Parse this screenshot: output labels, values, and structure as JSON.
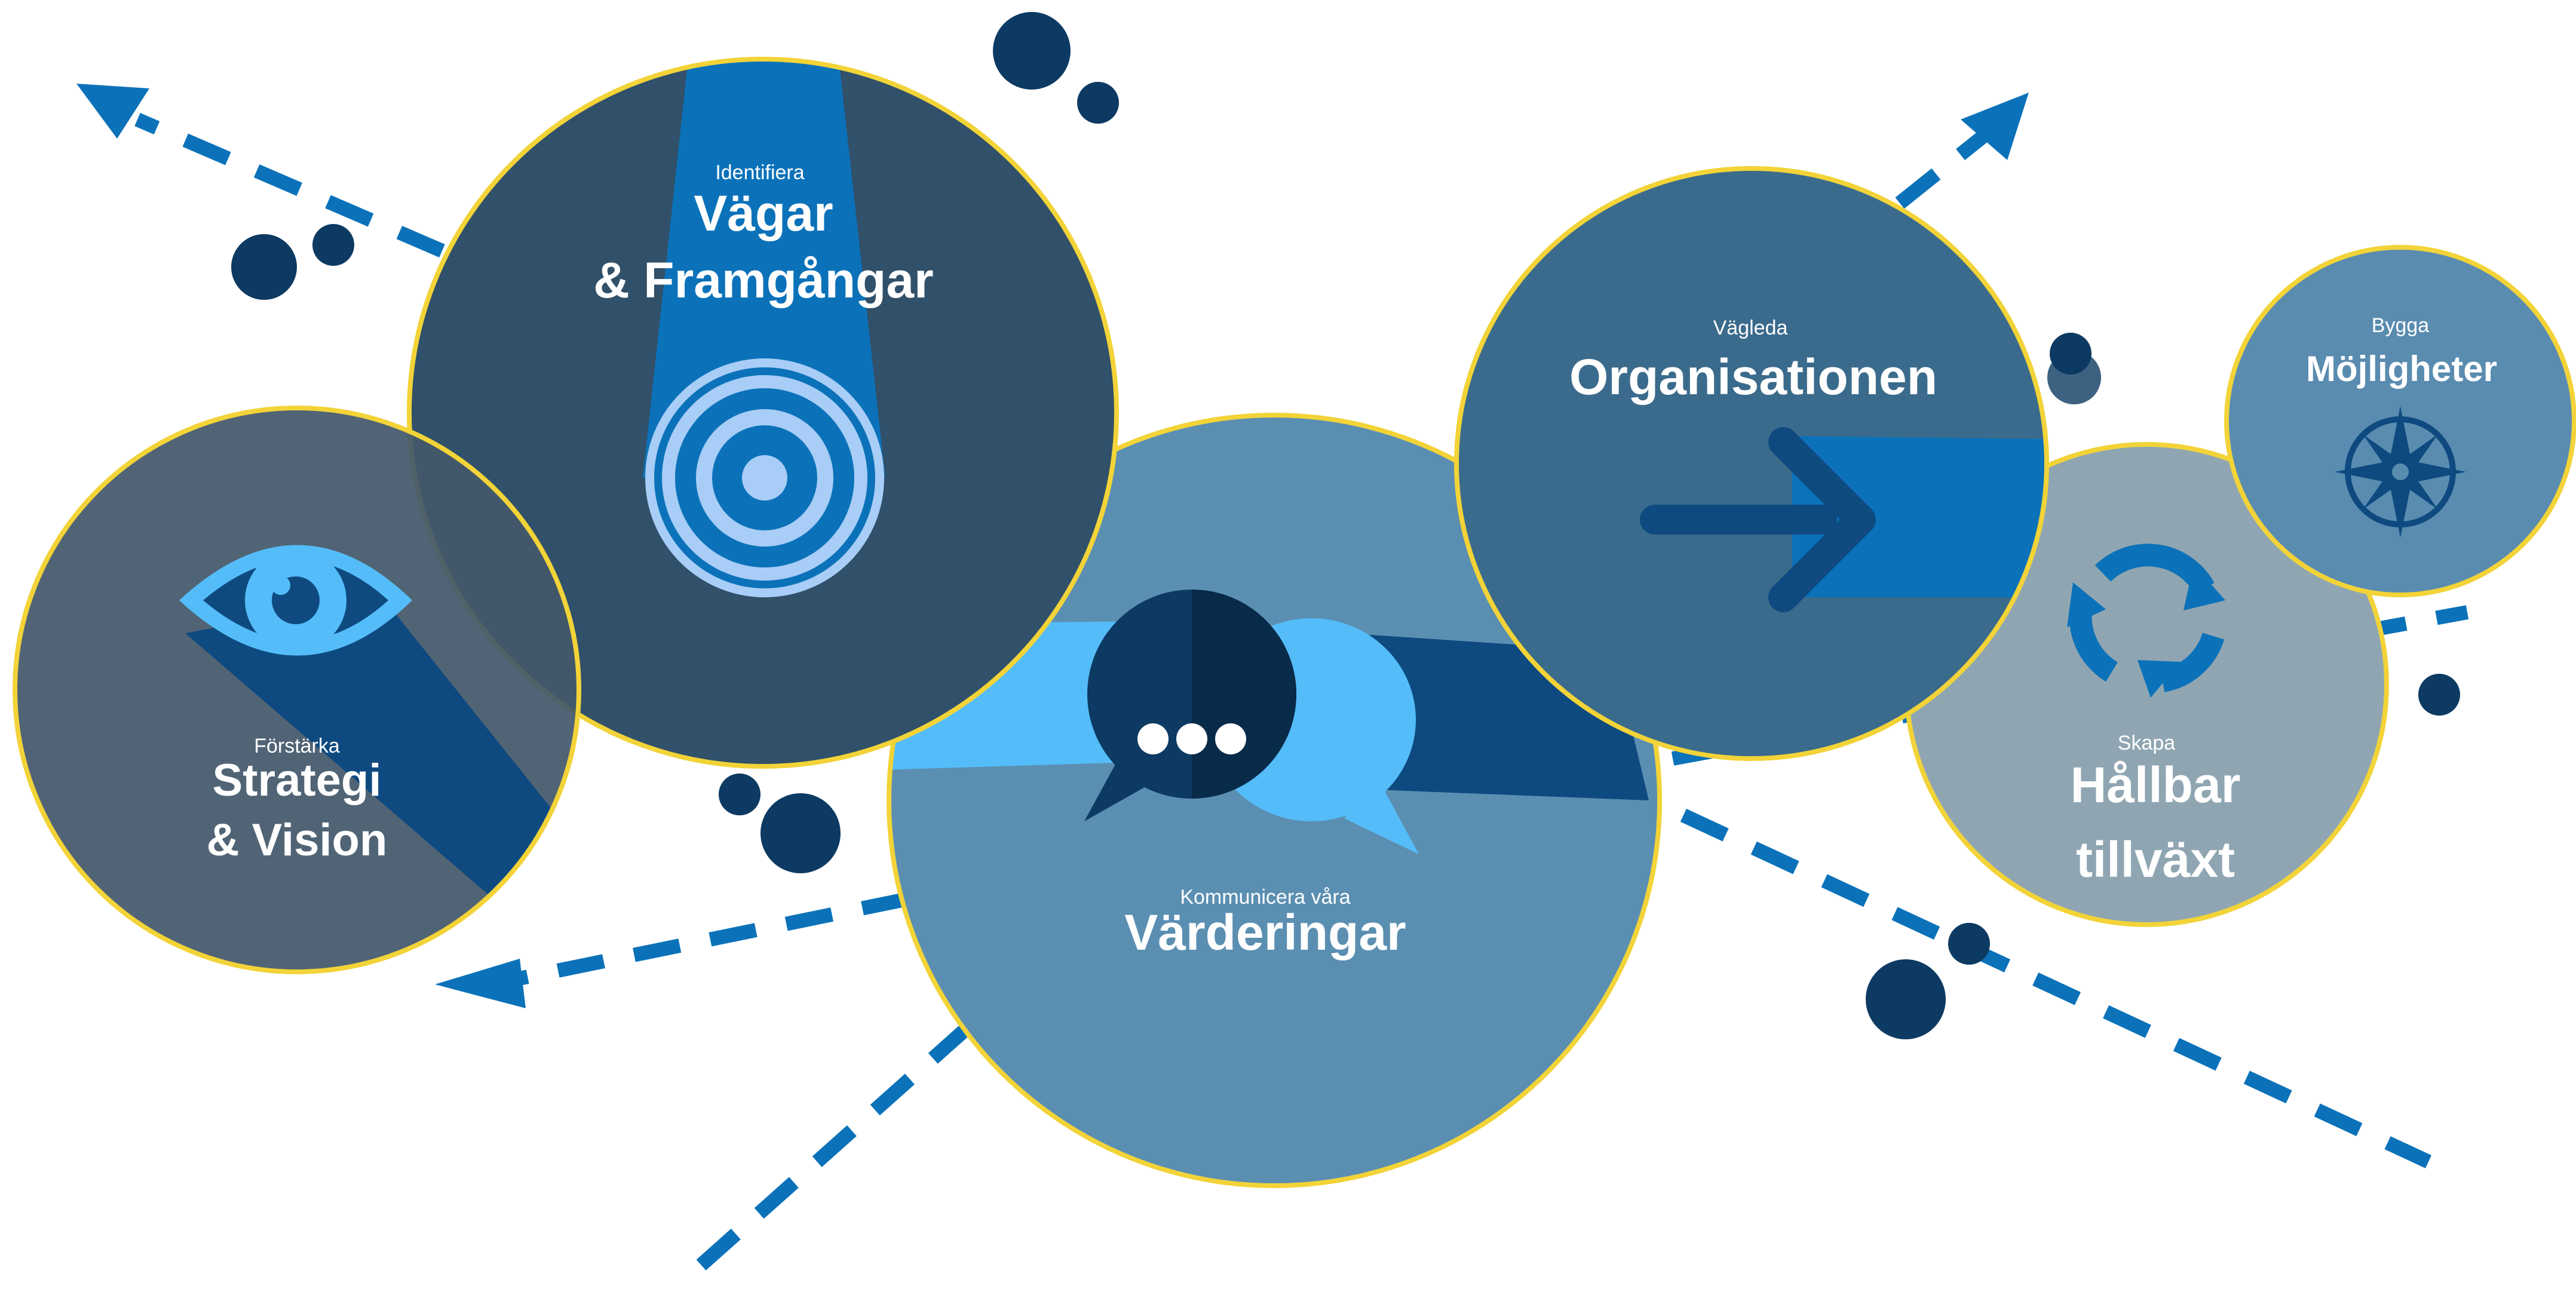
{
  "diagram": {
    "colors": {
      "circle_border": "#f2d338",
      "dot": "#0c3a62",
      "dash_arrow": "#0b72b9"
    },
    "nodes": [
      {
        "id": "vagar",
        "subtitle": "Identifiera",
        "title_lines": [
          "Vägar",
          "& Framgångar"
        ],
        "icon": "target-icon",
        "fill": "#315069"
      },
      {
        "id": "strategi",
        "subtitle": "Förstärka",
        "title_lines": [
          "Strategi",
          "& Vision"
        ],
        "icon": "eye-icon",
        "fill": "#44586b"
      },
      {
        "id": "varderingar",
        "subtitle": "Kommunicera våra",
        "title_lines": [
          "Värderingar"
        ],
        "icon": "chat-bubbles-icon",
        "fill": "#5b8fb2"
      },
      {
        "id": "organisationen",
        "subtitle": "Vägleda",
        "title_lines": [
          "Organisationen"
        ],
        "icon": "arrow-right-icon",
        "fill": "#3b6b8c"
      },
      {
        "id": "hallbar",
        "subtitle": "Skapa",
        "title_lines": [
          "Hållbar",
          "tillväxt"
        ],
        "icon": "recycle-arrows-icon",
        "fill": "#8fa6b2"
      },
      {
        "id": "mojligheter",
        "subtitle": "Bygga",
        "title_lines": [
          "Möjligheter"
        ],
        "icon": "compass-rose-icon",
        "fill": "#5a8cb0"
      }
    ]
  }
}
